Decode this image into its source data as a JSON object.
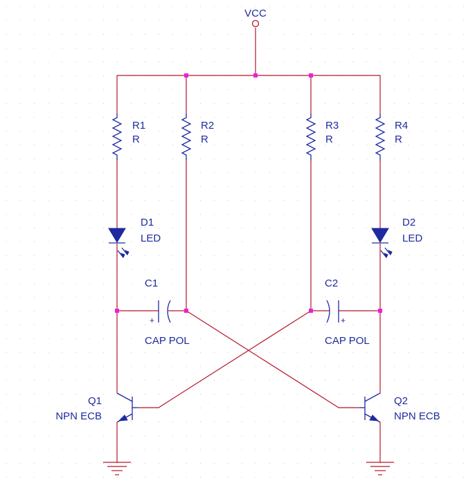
{
  "colors": {
    "wire": "#b5162b",
    "component": "#1e2a9e",
    "junction": "#ee1fd5",
    "grid": "#c8c8c8",
    "power_port": "#b5162b"
  },
  "power": {
    "label": "VCC"
  },
  "resistors": [
    {
      "ref": "R1",
      "value": "R"
    },
    {
      "ref": "R2",
      "value": "R"
    },
    {
      "ref": "R3",
      "value": "R"
    },
    {
      "ref": "R4",
      "value": "R"
    }
  ],
  "leds": [
    {
      "ref": "D1",
      "value": "LED"
    },
    {
      "ref": "D2",
      "value": "LED"
    }
  ],
  "capacitors": [
    {
      "ref": "C1",
      "value": "CAP POL",
      "polarity_mark": "+"
    },
    {
      "ref": "C2",
      "value": "CAP POL",
      "polarity_mark": "+"
    }
  ],
  "transistors": [
    {
      "ref": "Q1",
      "value": "NPN ECB"
    },
    {
      "ref": "Q2",
      "value": "NPN ECB"
    }
  ],
  "grounds": [
    {
      "icon": "ground-icon"
    },
    {
      "icon": "ground-icon"
    }
  ]
}
